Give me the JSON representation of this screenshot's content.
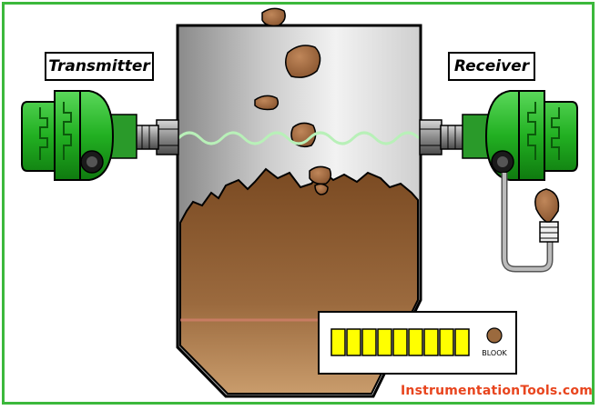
{
  "labels": {
    "transmitter": "Transmitter",
    "receiver": "Receiver"
  },
  "display": {
    "segments": 9,
    "lit_segments": 9,
    "segment_color": "#ffff00",
    "indicator_label": "BLOOK"
  },
  "brand": {
    "text": "InstrumentationTools.com",
    "color": "#e8451e"
  },
  "colors": {
    "frame": "#3cb83c",
    "sensor_green": "#22b022",
    "material_brown": "#9b6a3e",
    "signal_wave": "#b8f0b8"
  },
  "icons": {
    "transmitter": "green-sensor-icon",
    "receiver": "green-sensor-icon",
    "alarm_lamp": "light-bulb-icon"
  }
}
